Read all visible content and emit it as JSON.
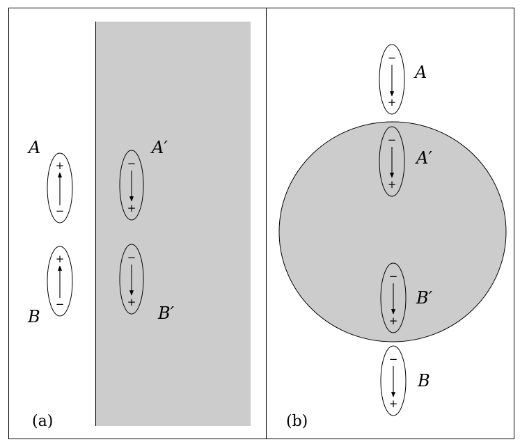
{
  "panels": {
    "left": {
      "label": "(a)"
    },
    "right": {
      "label": "(b)"
    }
  },
  "labels": {
    "A": "A",
    "B": "B",
    "A_prime": "A′",
    "B_prime": "B′"
  },
  "signs": {
    "plus": "+",
    "minus": "−"
  },
  "colors": {
    "conductor_fill": "#cccccc",
    "stroke": "#000000",
    "background": "#ffffff"
  }
}
